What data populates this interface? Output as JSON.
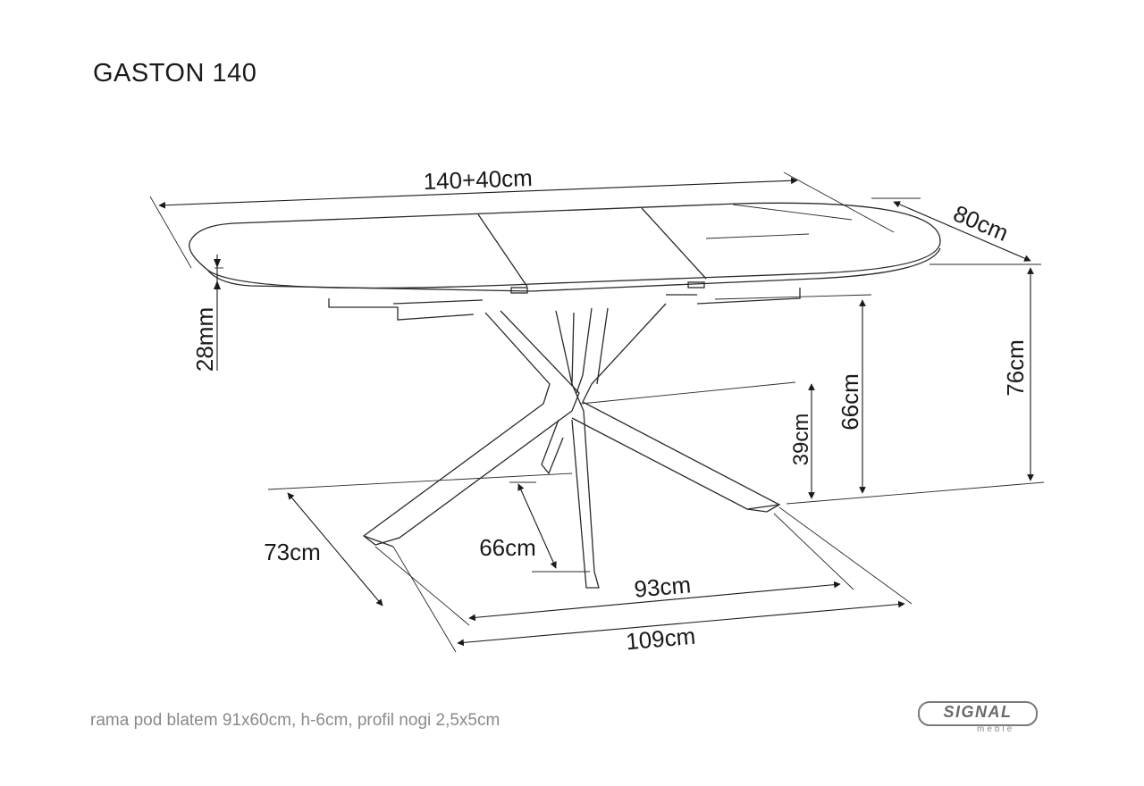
{
  "title": "GASTON 140",
  "dimensions": {
    "length": "140+40cm",
    "width": "80cm",
    "height_total": "76cm",
    "top_thickness": "28mm",
    "height_under_frame": "66cm",
    "leg_cross_height": "39cm",
    "leg_inner_spread": "66cm",
    "base_depth": "73cm",
    "base_inner_length": "93cm",
    "base_outer_length": "109cm"
  },
  "footnote": "rama pod blatem 91x60cm, h-6cm, profil nogi 2,5x5cm",
  "logo": {
    "brand": "SIGNAL",
    "sub": "meble"
  }
}
